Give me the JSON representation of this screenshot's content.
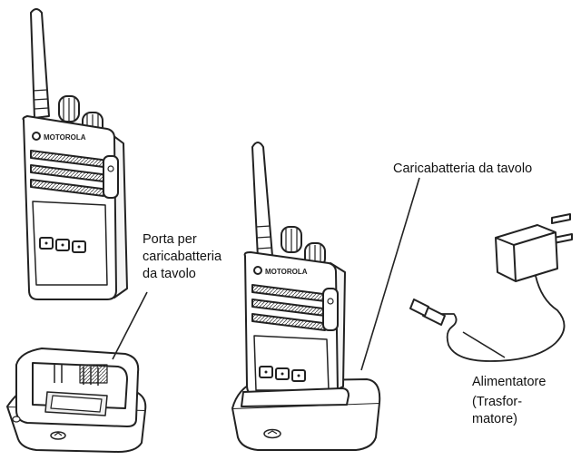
{
  "labels": {
    "port": [
      "Porta per",
      "caricabatteria",
      "da tavolo"
    ],
    "charger": "Caricabatteria da tavolo",
    "adapter": [
      "Alimentatore",
      "(Trasfor-",
      "matore)"
    ]
  },
  "colors": {
    "stroke": "#222222",
    "background": "#ffffff",
    "text": "#111111"
  }
}
